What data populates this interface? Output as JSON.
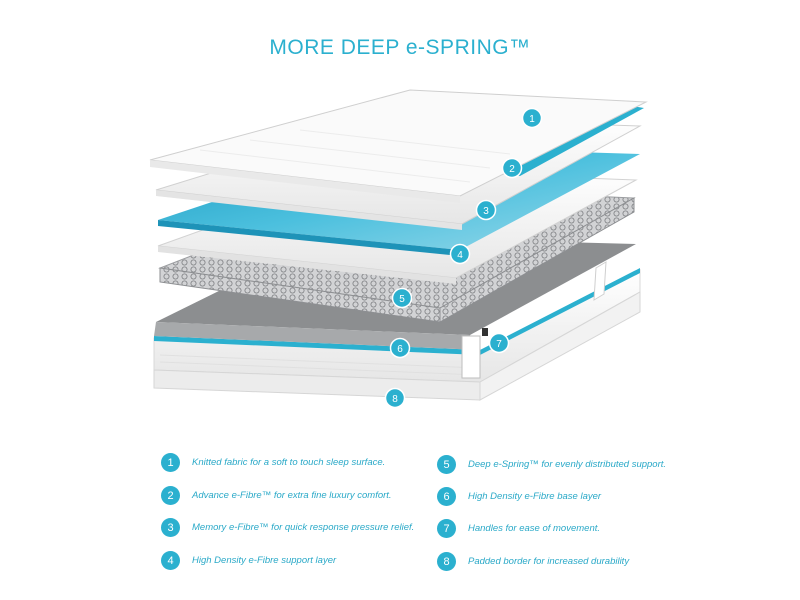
{
  "title": "MORE DEEP e-SPRING™",
  "colors": {
    "accent": "#2bb0cf",
    "grey": "#8c8e90",
    "layer_white": "#f4f4f4"
  },
  "markers": [
    "1",
    "2",
    "3",
    "4",
    "5",
    "6",
    "7",
    "8"
  ],
  "legend": [
    {
      "number": "1",
      "text": "Knitted fabric for a soft to touch sleep surface."
    },
    {
      "number": "2",
      "text": "Advance e-Fibre™ for extra fine luxury comfort."
    },
    {
      "number": "3",
      "text": "Memory e-Fibre™ for quick response pressure relief."
    },
    {
      "number": "4",
      "text": "High Density e-Fibre support layer"
    },
    {
      "number": "5",
      "text": "Deep e-Spring™ for evenly distributed support."
    },
    {
      "number": "6",
      "text": "High Density e-Fibre base layer"
    },
    {
      "number": "7",
      "text": "Handles for ease of movement."
    },
    {
      "number": "8",
      "text": "Padded border for increased durability"
    }
  ]
}
